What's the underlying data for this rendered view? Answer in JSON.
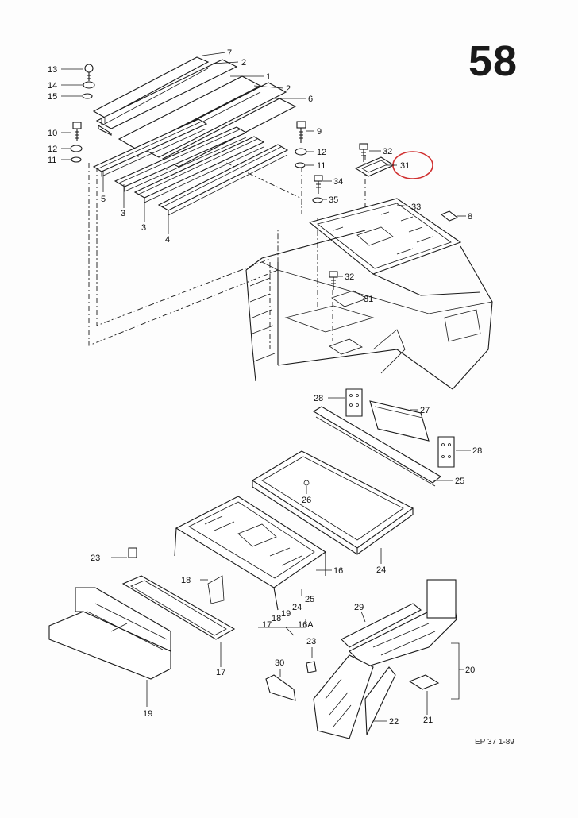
{
  "page_number": "58",
  "doc_code": "EP 37 1-89",
  "highlight": {
    "part": "31",
    "color": "#d03030"
  },
  "callouts": [
    "7",
    "2",
    "1",
    "2",
    "6",
    "13",
    "14",
    "15",
    "10",
    "12",
    "11",
    "5",
    "3",
    "3",
    "4",
    "9",
    "12",
    "11",
    "32",
    "31",
    "34",
    "35",
    "33",
    "8",
    "32",
    "31",
    "28",
    "27",
    "28",
    "25",
    "26",
    "24",
    "23",
    "16",
    "18",
    "25",
    "24",
    "19",
    "18",
    "17",
    "16A",
    "29",
    "20",
    "23",
    "30",
    "22",
    "21",
    "17",
    "19"
  ]
}
